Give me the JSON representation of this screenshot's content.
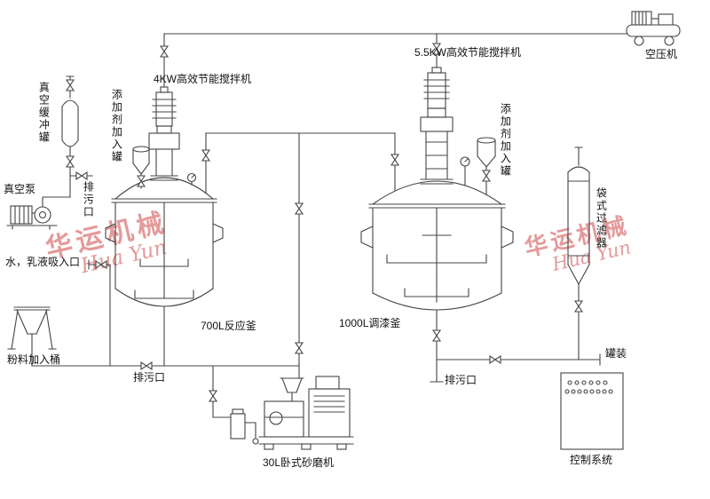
{
  "colors": {
    "line": "#444444",
    "label": "#111111",
    "watermark": "#e49a9a",
    "background": "#ffffff"
  },
  "icons": {
    "valve": "bowtie",
    "pressure_gauge": "dial-circle"
  },
  "watermark": {
    "cn": "华运机械",
    "en": "Hua Yun"
  },
  "labels": {
    "mixer_left": "4KW高效节能搅拌机",
    "mixer_right": "5.5KW高效节能搅拌机",
    "air_compressor": "空压机",
    "vacuum_buffer_tank": "真空缓冲罐",
    "vacuum_pump": "真空泵",
    "vacuum_drain": "排污口",
    "water_inlet": "水，乳液吸入口",
    "powder_barrel": "粉料加入桶",
    "additive_left": "添加剂加入罐",
    "additive_right": "添加剂加入罐",
    "reactor": "700L反应釜",
    "paint_kettle": "1000L调漆釜",
    "reactor_drain": "排污口",
    "kettle_drain": "排污口",
    "bag_filter": "袋式过滤器",
    "filling": "罐装",
    "control_system": "控制系统",
    "sand_mill": "30L卧式砂磨机"
  }
}
